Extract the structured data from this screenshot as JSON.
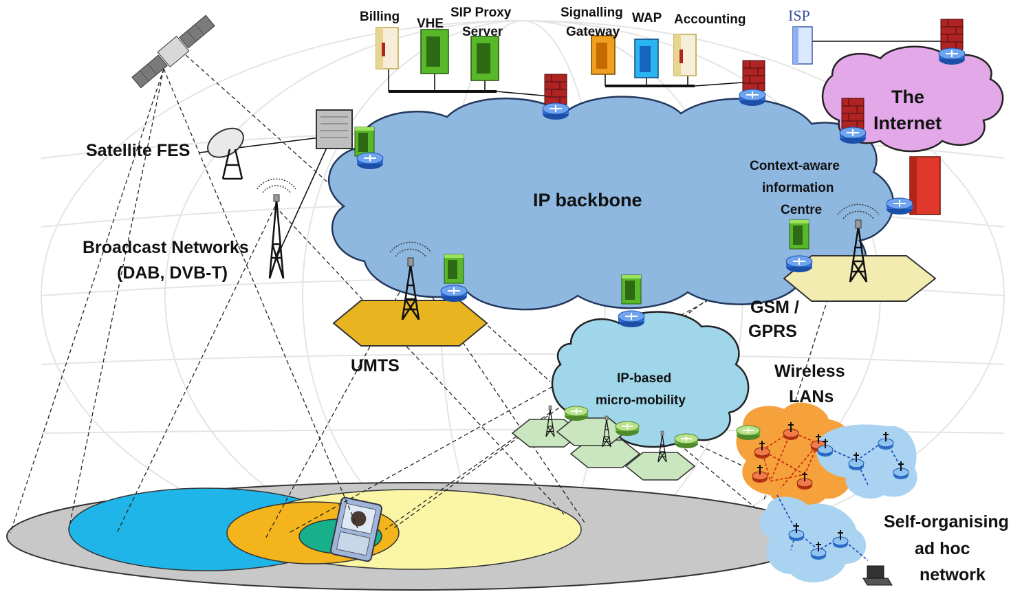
{
  "labels": {
    "billing": "Billing",
    "vhe": "VHE",
    "sip_line1": "SIP Proxy",
    "sip_line2": "Server",
    "signalling_line1": "Signalling",
    "signalling_line2": "Gateway",
    "wap": "WAP",
    "accounting": "Accounting",
    "isp": "ISP",
    "internet_line1": "The",
    "internet_line2": "Internet",
    "satellite_fes": "Satellite FES",
    "ip_backbone": "IP backbone",
    "context_line1": "Context-aware",
    "context_line2": "information",
    "context_line3": "Centre",
    "broadcast_line1": "Broadcast Networks",
    "broadcast_line2": "(DAB, DVB-T)",
    "gsm_line1": "GSM /",
    "gsm_line2": "GPRS",
    "umts": "UMTS",
    "micro_line1": "IP-based",
    "micro_line2": "micro-mobility",
    "wlan_line1": "Wireless",
    "wlan_line2": "LANs",
    "adhoc_line1": "Self-organising",
    "adhoc_line2": "ad hoc",
    "adhoc_line3": "network"
  },
  "colors": {
    "backbone_cloud": "#8fb8e0",
    "internet_cloud": "#e3a8e8",
    "micro_cloud": "#9fd6ea",
    "wlan_blob": "#f5a13c",
    "adhoc_blob": "#a9d3f0",
    "router": "#2f6fd6",
    "firewall": "#b02323",
    "umts_hex": "#e8b520",
    "gsm_hex": "#f2ecb0",
    "micro_hex": "#c9e6bf",
    "coverage_grey": "#c8c8c8",
    "coverage_cyan": "#1fb5e8",
    "coverage_yellow": "#fbf6a6",
    "coverage_orange": "#f4b41c",
    "coverage_green": "#18b08a"
  }
}
